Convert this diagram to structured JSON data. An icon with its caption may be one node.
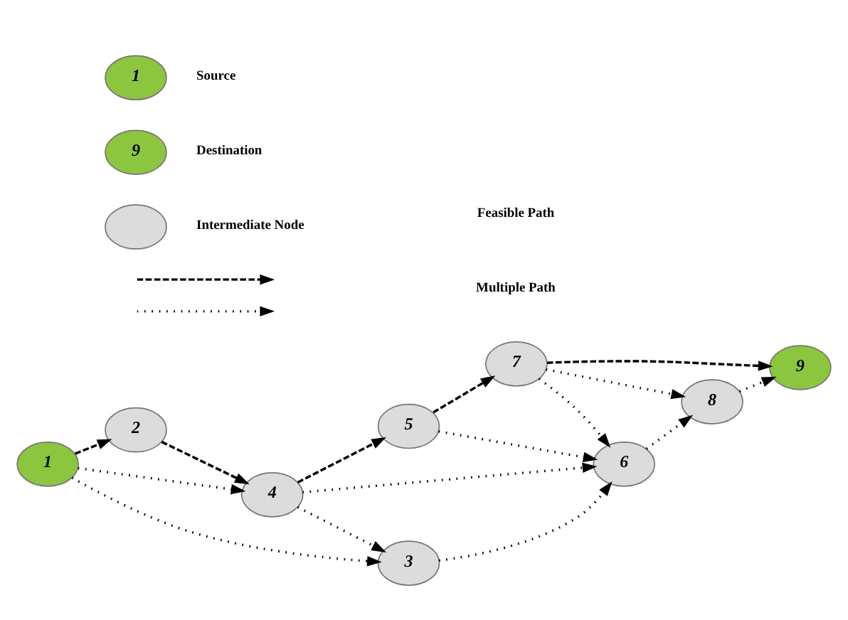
{
  "diagram": {
    "nodes": [
      {
        "text": [
          "1"
        ]
      },
      {
        "text": [
          "2"
        ]
      },
      {
        "text": [
          "3"
        ]
      },
      {
        "text": [
          "4"
        ]
      },
      {
        "text": [
          "5"
        ]
      },
      {
        "text": [
          "6"
        ]
      },
      {
        "text": [
          "7"
        ]
      },
      {
        "text": [
          "8"
        ]
      },
      {
        "text": [
          "9"
        ]
      },
      {
        "text": [
          "1"
        ],
        "beside": [
          "Source"
        ]
      },
      {
        "text": [
          "9"
        ],
        "beside": [
          "Destination"
        ]
      },
      {
        "text": [],
        "shape": "ellipse",
        "beside": [
          "Intermediate Node"
        ]
      }
    ],
    "edges": [
      {
        "from": 0,
        "to": 1,
        "arrow": "to",
        "style": "dashed"
      },
      {
        "from": 0,
        "to": 3,
        "arrow": "to"
      },
      {
        "from": 0,
        "to": 2,
        "arrow": "to"
      },
      {
        "from": 1,
        "to": 3,
        "arrow": "to",
        "style": "dashed"
      },
      {
        "from": 3,
        "to": 4,
        "arrow": "to",
        "style": "dashed"
      },
      {
        "from": 3,
        "to": 2,
        "arrow": "to"
      },
      {
        "from": 3,
        "to": 5,
        "arrow": "to"
      },
      {
        "from": 4,
        "to": 6,
        "arrow": "to",
        "style": "dashed"
      },
      {
        "from": 4,
        "to": 5,
        "arrow": "to"
      },
      {
        "from": 2,
        "to": 5,
        "arrow": "to"
      },
      {
        "from": 6,
        "to": 5,
        "arrow": "to"
      },
      {
        "from": 6,
        "to": 7,
        "arrow": "to"
      },
      {
        "from": 6,
        "to": 8,
        "arrow": "to",
        "style": "dashed"
      },
      {
        "from": 5,
        "to": 7,
        "arrow": "to"
      },
      {
        "from": 7,
        "to": 8,
        "arrow": "to"
      }
    ],
    "legend": [
      {
        "text": "Feasible Path"
      },
      {
        "text": "Multiple Path"
      }
    ]
  }
}
